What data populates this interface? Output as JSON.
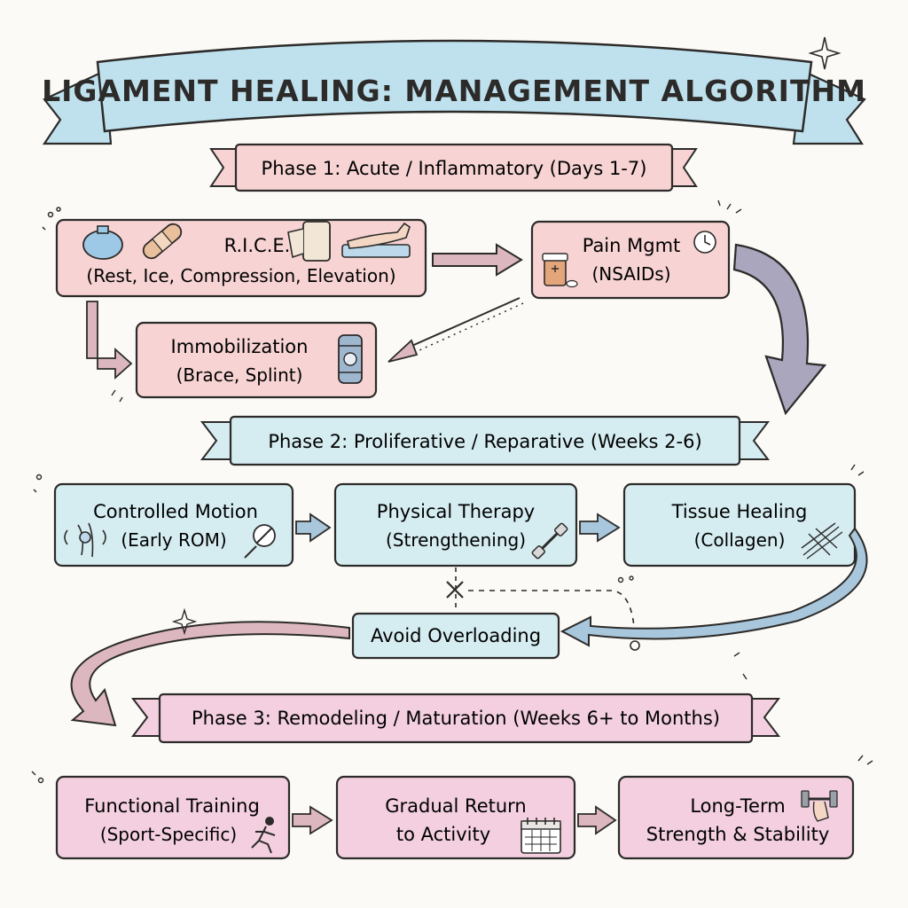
{
  "title": "LIGAMENT HEALING: MANAGEMENT ALGORITHM",
  "phases": [
    {
      "label": "Phase 1: Acute / Inflammatory (Days 1-7)",
      "nodes": [
        {
          "line1": "R.I.C.E.",
          "line2": "(Rest, Ice, Compression, Elevation)",
          "icons": [
            "ice-pack-icon",
            "bandage-icon",
            "compression-wrap-icon",
            "elevated-leg-icon"
          ]
        },
        {
          "line1": "Pain Mgmt",
          "line2": "(NSAIDs)",
          "icons": [
            "pill-bottle-icon",
            "clock-icon"
          ]
        },
        {
          "line1": "Immobilization",
          "line2": "(Brace, Splint)",
          "icons": [
            "knee-brace-icon"
          ]
        }
      ]
    },
    {
      "label": "Phase 2: Proliferative / Reparative (Weeks 2-6)",
      "nodes": [
        {
          "line1": "Controlled Motion",
          "line2": "(Early ROM)",
          "icons": [
            "joint-motion-icon",
            "goniometer-icon"
          ]
        },
        {
          "line1": "Physical Therapy",
          "line2": "(Strengthening)",
          "icons": [
            "resistance-band-icon"
          ]
        },
        {
          "line1": "Tissue Healing",
          "line2": "(Collagen)",
          "icons": [
            "collagen-fibers-icon"
          ]
        }
      ],
      "warning": "Avoid Overloading"
    },
    {
      "label": "Phase 3: Remodeling / Maturation (Weeks 6+ to Months)",
      "nodes": [
        {
          "line1": "Functional Training",
          "line2": "(Sport-Specific)",
          "icons": [
            "runner-icon"
          ]
        },
        {
          "line1": "Gradual Return",
          "line2": "to Activity",
          "icons": [
            "calendar-icon"
          ]
        },
        {
          "line1": "Long-Term",
          "line2": "Strength & Stability",
          "icons": [
            "dumbbell-arm-icon"
          ]
        }
      ]
    }
  ],
  "colors": {
    "phase1_fill": "#f7d3d3",
    "phase2_fill": "#d5ecf1",
    "phase3_fill": "#f3cfdf",
    "banner_fill": "#bfe1ee",
    "outline": "#2c2b2a",
    "arrow_pink": "#dcb7c0",
    "arrow_gray": "#a9a6bd",
    "arrow_blue": "#a9c7dc"
  }
}
